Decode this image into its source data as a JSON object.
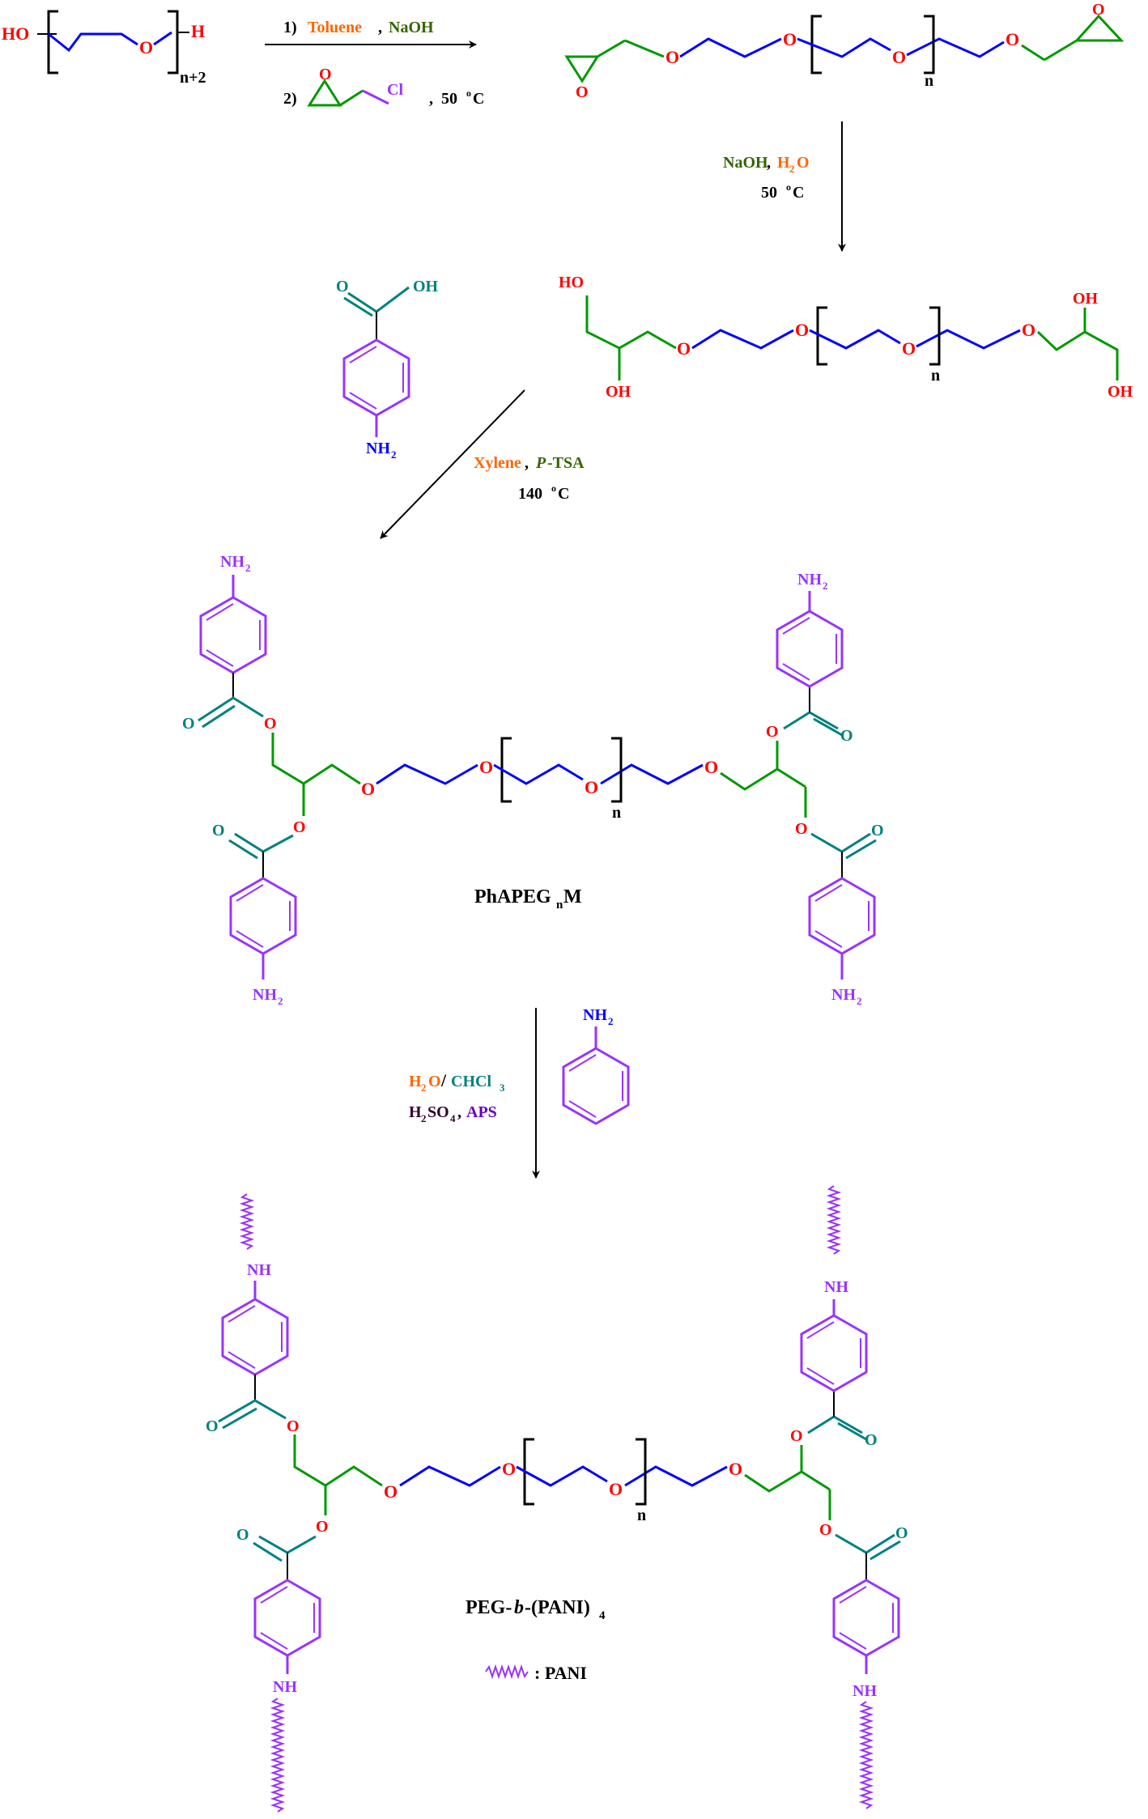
{
  "colors": {
    "oxygen": "#ff0000",
    "hydrogen": "#ff0000",
    "peg_chain": "#0000ff",
    "glycidyl": "#009900",
    "aryl": "#9933ff",
    "carbonyl": "#008080",
    "toluene": "#ff6600",
    "naoh": "#336600",
    "water": "#ff6600",
    "xylene": "#ff6600",
    "ptsa": "#336600",
    "chcl3": "#008080",
    "h2so4": "#330033",
    "aps": "#6600cc",
    "chlorine": "#9933ff",
    "black": "#000000"
  },
  "atoms": {
    "ho": "HO",
    "h": "H",
    "o": "O",
    "oh": "OH",
    "nh": "NH",
    "nh2": "NH",
    "nh2_sub": "2",
    "cl": "Cl"
  },
  "repeat": {
    "n": "n",
    "n_plus_2": "n+2"
  },
  "step1": {
    "label_1": "1)",
    "toluene": "Toluene",
    "comma": ",",
    "naoh": "NaOH",
    "label_2": "2)",
    "temp_sep": ",",
    "temp": "50",
    "deg": "o",
    "unit": "C"
  },
  "step2": {
    "naoh": "NaOH",
    "comma": ",",
    "h2o_h": "H",
    "h2o_sub": "2",
    "h2o_o": "O",
    "temp": "50",
    "deg": "o",
    "unit": "C"
  },
  "step3": {
    "xylene": "Xylene",
    "comma": ",",
    "ptsa_p": "P",
    "ptsa_rest": "-TSA",
    "temp": "140",
    "deg": "o",
    "unit": "C"
  },
  "step4": {
    "h2o_h": "H",
    "h2o_sub": "2",
    "h2o_o": "O",
    "slash": "/",
    "chcl3": "CHCl",
    "chcl3_sub": "3",
    "h2so4_h": "H",
    "h2so4_sub2": "2",
    "h2so4_so": "SO",
    "h2so4_sub4": "4",
    "comma": ",",
    "aps": "APS"
  },
  "products": {
    "phapeg_pre": "PhAPEG",
    "phapeg_sub": "n",
    "phapeg_post": "M",
    "final_pre": "PEG-",
    "final_b": "b",
    "final_mid": "-(PANI)",
    "final_sub": "4",
    "legend": ": PANI"
  }
}
